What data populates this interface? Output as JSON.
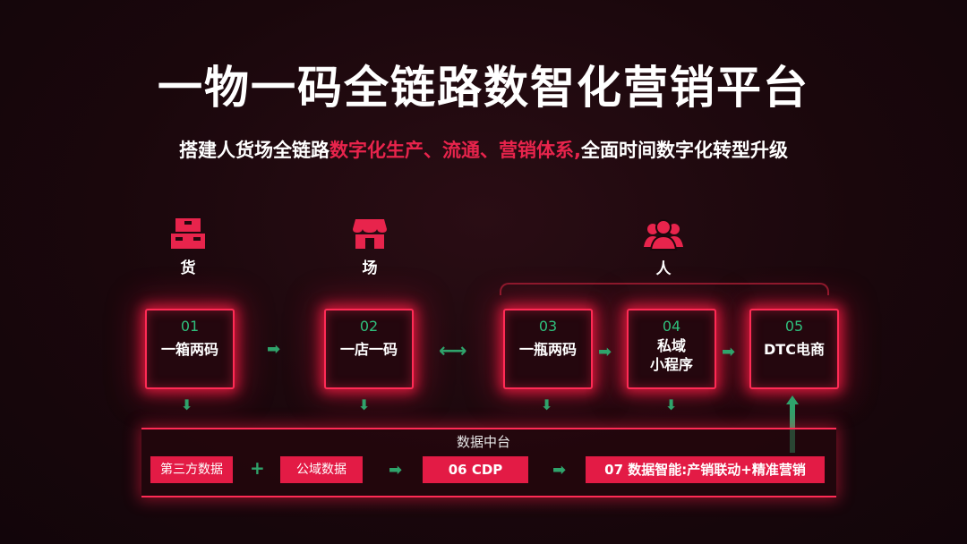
{
  "title": "一物一码全链路数智化营销平台",
  "subtitle": {
    "part1": "搭建人货场全链路",
    "highlight": "数字化生产、流通、营销体系,",
    "part2": "全面时间数字化转型升级"
  },
  "categories": [
    {
      "label": "货",
      "icon": "box-icon"
    },
    {
      "label": "场",
      "icon": "store-icon"
    },
    {
      "label": "人",
      "icon": "people-icon"
    }
  ],
  "nodes": [
    {
      "num": "01",
      "text": "一箱两码"
    },
    {
      "num": "02",
      "text": "一店一码"
    },
    {
      "num": "03",
      "text": "一瓶两码"
    },
    {
      "num": "04",
      "line1": "私域",
      "line2": "小程序"
    },
    {
      "num": "05",
      "text": "DTC电商"
    }
  ],
  "platform": {
    "label": "数据中台",
    "boxes": [
      "第三方数据",
      "公域数据",
      "06 CDP",
      "07 数据智能:产销联动+精准营销"
    ],
    "plus": "+"
  },
  "colors": {
    "accent": "#e31b45",
    "glow": "#ff2b55",
    "arrow": "#2fa36b",
    "number": "#2fbf7c"
  }
}
